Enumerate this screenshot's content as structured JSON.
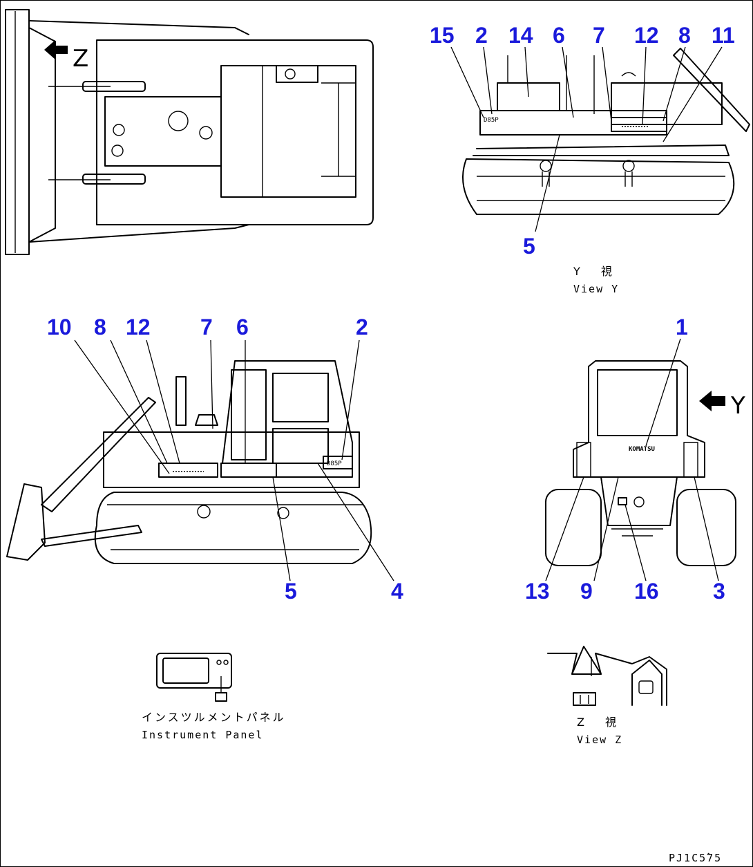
{
  "views": {
    "view_y": {
      "caption_jp": "Y　 視",
      "caption_en": "View Y"
    },
    "view_z": {
      "caption_jp": "Z　 視",
      "caption_en": "View Z"
    },
    "instrument_panel": {
      "caption_jp": "インスツルメントパネル",
      "caption_en": "Instrument Panel"
    }
  },
  "arrows": {
    "z": "Z",
    "y": "Y"
  },
  "decal_text": {
    "model_dss": "D85P",
    "model_side": "D85P",
    "brand": "KOMATSU"
  },
  "callouts": {
    "top_right": [
      "15",
      "2",
      "14",
      "6",
      "7",
      "12",
      "8",
      "11",
      "5"
    ],
    "side": [
      "10",
      "8",
      "12",
      "7",
      "6",
      "2",
      "5",
      "4"
    ],
    "rear": [
      "1",
      "13",
      "9",
      "16",
      "3"
    ]
  },
  "drawing_code": "PJ1C5̂75"
}
